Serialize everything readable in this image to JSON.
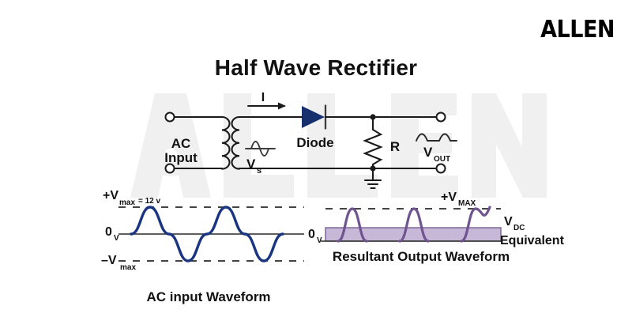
{
  "brand": {
    "logo_text": "ALLEN"
  },
  "page": {
    "title": "Half Wave Rectifier"
  },
  "circuit": {
    "ac_input_line1": "AC",
    "ac_input_line2": "Input",
    "current_label": "I",
    "diode_label": "Diode",
    "source_label": "V",
    "source_sub": "s",
    "resistor_label": "R",
    "vout_label": "V",
    "vout_sub": "OUT",
    "icons": {
      "transformer": "transformer-icon",
      "diode": "diode-icon",
      "resistor": "resistor-icon",
      "ground": "ground-icon",
      "terminal": "terminal-icon",
      "current-arrow": "current-arrow-icon"
    }
  },
  "input_waveform": {
    "caption": "AC input Waveform",
    "vmax_label": "+V",
    "vmax_sub": "max",
    "vmax_value": "= 12 v",
    "zero_label": "0",
    "zero_sub": "V",
    "vmin_label": "–V",
    "vmin_sub": "max"
  },
  "output_waveform": {
    "caption": "Resultant Output Waveform",
    "vmax_label": "+V",
    "vmax_sub": "MAX",
    "zero_label": "0",
    "zero_sub": "V",
    "vdc_label": "V",
    "vdc_sub": "DC",
    "vdc_caption": "Equivalent"
  },
  "colors": {
    "diode_fill": "#16306e",
    "ac_wave": "#1a3580",
    "output_wave": "#6f5490",
    "output_band": "#c7b8d8",
    "watermark": "#f0f0f0",
    "wire": "#1a1a1a",
    "text": "#111111"
  },
  "chart_data": [
    {
      "type": "line",
      "name": "ac-input-waveform",
      "title": "AC input Waveform",
      "xlabel": "",
      "ylabel": "",
      "ylim": [
        -12,
        12
      ],
      "yticks": [
        -12,
        0,
        12
      ],
      "ytick_labels": [
        "–Vmax",
        "0V",
        "+Vmax = 12 v"
      ],
      "grid": "dashed-horizontal-at-peaks",
      "series": [
        {
          "name": "Vs",
          "color": "#1a3580",
          "cycles": 2.25,
          "amplitude": 12,
          "description": "full sine wave, two and a quarter cycles"
        }
      ]
    },
    {
      "type": "area",
      "name": "resultant-output-waveform",
      "title": "Resultant Output Waveform",
      "xlabel": "",
      "ylabel": "",
      "ylim": [
        0,
        12
      ],
      "yticks": [
        0,
        12
      ],
      "ytick_labels": [
        "0V",
        "+VMAX"
      ],
      "grid": "dashed-horizontal-at-peak",
      "annotations": [
        "VDC Equivalent"
      ],
      "series": [
        {
          "name": "Vout",
          "color": "#6f5490",
          "cycles": 2.5,
          "amplitude": 12,
          "description": "half-wave rectified sine, positive humps only with flat gaps"
        },
        {
          "name": "VDC Equivalent",
          "color": "#c7b8d8",
          "value": 3.8,
          "description": "shaded dc level band from 0 to average value"
        }
      ]
    }
  ]
}
